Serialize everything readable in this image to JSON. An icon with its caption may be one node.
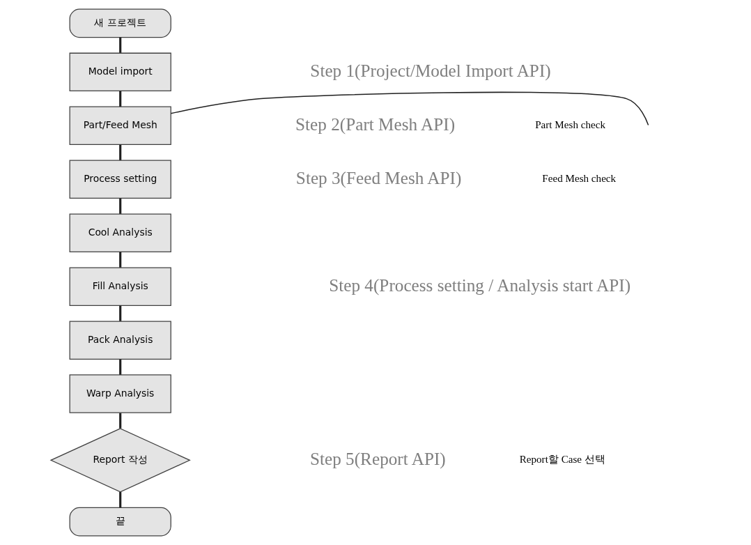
{
  "diagram": {
    "nodes": [
      {
        "text": [
          "새 프로젝트"
        ]
      },
      {
        "text": [
          "Model import"
        ]
      },
      {
        "text": [
          "Part/Feed Mesh"
        ]
      },
      {
        "text": [
          "Process setting"
        ]
      },
      {
        "text": [
          "Cool Analysis"
        ]
      },
      {
        "text": [
          "Fill Analysis"
        ]
      },
      {
        "text": [
          "Pack Analysis"
        ]
      },
      {
        "text": [
          "Warp Analysis"
        ]
      },
      {
        "text": [
          "Report 작성"
        ]
      },
      {
        "text": [
          "끝"
        ]
      }
    ],
    "edges": [
      {
        "from": 0,
        "to": 1,
        "arrow": "none"
      },
      {
        "from": 1,
        "to": 2,
        "arrow": "none"
      },
      {
        "from": 2,
        "to": 3,
        "arrow": "none"
      },
      {
        "from": 3,
        "to": 4,
        "arrow": "none"
      },
      {
        "from": 4,
        "to": 5,
        "arrow": "none"
      },
      {
        "from": 5,
        "to": 6,
        "arrow": "none"
      },
      {
        "from": 6,
        "to": 7,
        "arrow": "none"
      },
      {
        "from": 7,
        "to": 8,
        "arrow": "none"
      },
      {
        "from": 8,
        "to": 9,
        "arrow": "none"
      },
      {
        "from": 2,
        "to": null,
        "arrow": "none"
      }
    ],
    "labels": [
      "Step 1(Project/Model Import API)",
      "Step 2(Part Mesh API)",
      "Part Mesh check",
      "Step 3(Feed Mesh API)",
      "Feed Mesh check",
      "Step 4(Process setting / Analysis start API)",
      "Step 5(Report API)",
      "Report할 Case 선택"
    ]
  }
}
